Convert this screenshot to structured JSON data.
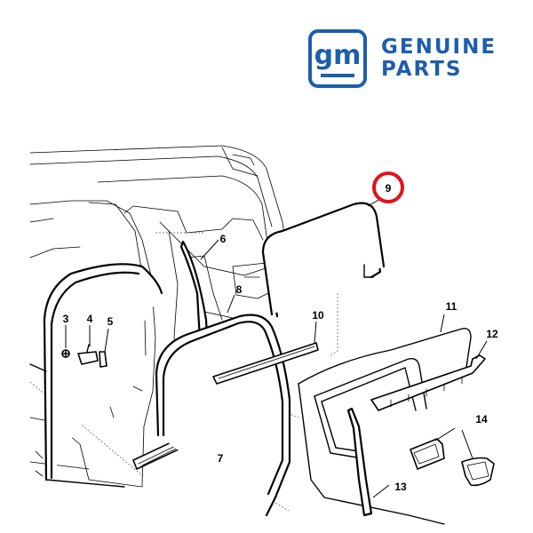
{
  "brand": {
    "logo_text": "gm",
    "line1": "GENUINE",
    "line2": "PARTS",
    "color": "#1d5eac"
  },
  "diagram": {
    "callouts": [
      "3",
      "4",
      "5",
      "6",
      "7",
      "8",
      "9",
      "10",
      "11",
      "12",
      "13",
      "14"
    ],
    "highlighted_callout": "9",
    "highlight_color": "#e0131b"
  }
}
